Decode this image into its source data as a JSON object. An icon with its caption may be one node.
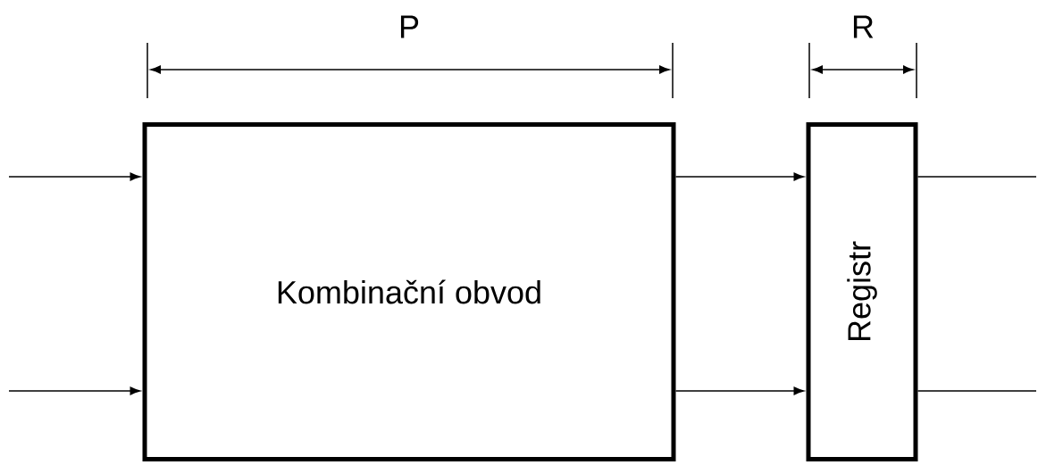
{
  "diagram": {
    "nodes": [
      {
        "text": [
          "Kombinační obvod"
        ]
      },
      {
        "text": [
          "Registr"
        ]
      }
    ],
    "edges": [
      {
        "from": null,
        "to": 0,
        "arrow": "to"
      },
      {
        "from": null,
        "to": 0,
        "arrow": "to"
      },
      {
        "from": 0,
        "to": 1,
        "arrow": "to"
      },
      {
        "from": 0,
        "to": 1,
        "arrow": "to"
      },
      {
        "from": 1,
        "to": null,
        "arrow": "none"
      },
      {
        "from": 1,
        "to": null,
        "arrow": "none"
      }
    ],
    "labels": [
      "P",
      "R"
    ]
  }
}
